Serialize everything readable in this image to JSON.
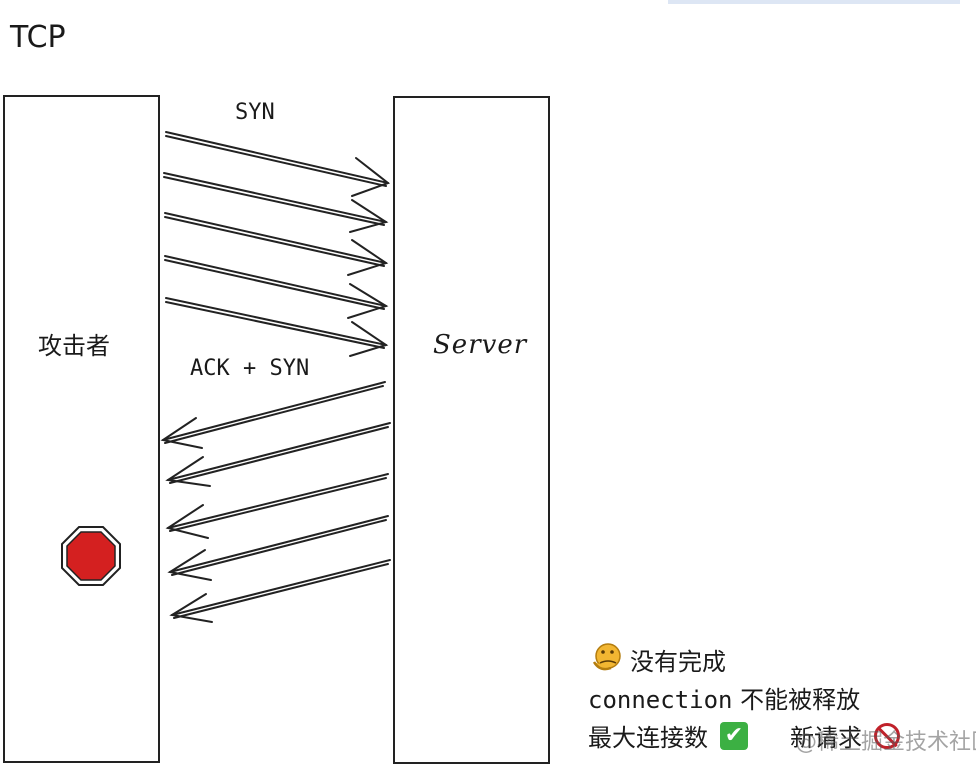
{
  "title": "TCP",
  "attacker": {
    "label": "攻击者"
  },
  "server": {
    "label": "Server"
  },
  "messages": {
    "syn_label": "SYN",
    "ack_label": "ACK + SYN"
  },
  "notes": {
    "line1": "没有完成",
    "line2_code": "connection",
    "line2_text": " 不能被释放",
    "line3_a": "最大连接数",
    "line3_b": "新请求"
  },
  "watermark": "@稀土掘金技术社区",
  "colors": {
    "stop_sign": "#d42020",
    "check": "#3cb043",
    "prohibited": "#c0212a",
    "thinking_face": "#f2b632"
  },
  "icons": [
    "stop-sign-icon",
    "thinking-emoji-icon",
    "check-mark-icon",
    "prohibited-icon"
  ]
}
